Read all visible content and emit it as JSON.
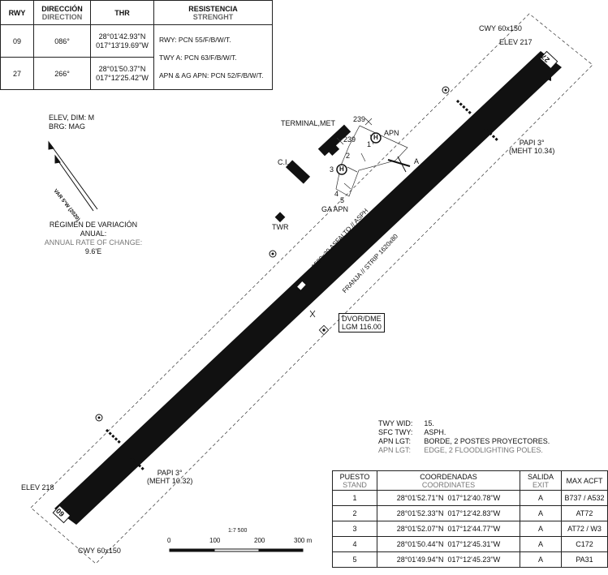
{
  "runway_table": {
    "headers": [
      {
        "es": "RWY",
        "en": ""
      },
      {
        "es": "DIRECCIÓN",
        "en": "DIRECTION"
      },
      {
        "es": "THR",
        "en": ""
      },
      {
        "es": "RESISTENCIA",
        "en": "STRENGHT"
      }
    ],
    "rows": [
      {
        "rwy": "09",
        "dir": "086°",
        "thr_lat": "28°01'42.93''N",
        "thr_lon": "017°13'19.69''W"
      },
      {
        "rwy": "27",
        "dir": "266°",
        "thr_lat": "28°01'50.37''N",
        "thr_lon": "017°12'25.42''W"
      }
    ],
    "strength": [
      "RWY:    PCN 55/F/B/W/T.",
      "TWY A: PCN 63/F/B/W/T.",
      "APN & AG APN: PCN 52/F/B/W/T."
    ]
  },
  "notes": {
    "elev_dim": "ELEV, DIM: M",
    "brg": "BRG: MAG",
    "var_label": "VAR 5°W (2020)",
    "regimen_es": "RÉGIMEN DE VARIACIÓN ANUAL:",
    "regimen_en": "ANNUAL RATE OF CHANGE:",
    "regimen_val": "9.6'E"
  },
  "map_labels": {
    "cwy_top": "CWY 60x150",
    "elev_217": "ELEV 217",
    "elev_218": "ELEV 218",
    "cwy_bottom": "CWY 60x150",
    "papi_top_1": "PAPI 3°",
    "papi_top_2": "(MEHT 10.34)",
    "papi_bot_1": "PAPI 3°",
    "papi_bot_2": "(MEHT 10.32)",
    "terminal": "TERMINAL,MET",
    "ci": "C.I.",
    "twr": "TWR",
    "apn": "APN",
    "ga_apn": "GA APN",
    "n239a": "239",
    "n239b": "239",
    "twy_a": "A",
    "stand1": "1",
    "stand2": "2",
    "stand3": "3",
    "stand4": "4",
    "stand5": "5",
    "heli": "H",
    "runway_surface": "1500x30 ASFALTO // ASPH",
    "strip": "FRANJA // STRIP 1620x80",
    "dvor1": "DVOR/DME",
    "dvor2": "LGM 116.00",
    "rwy27": "27",
    "rwy09": "09"
  },
  "twy_info": {
    "rows": [
      {
        "k": "TWY WID:",
        "v": "15."
      },
      {
        "k": "SFC TWY:",
        "v": "ASPH."
      },
      {
        "k": "APN LGT:",
        "v": "BORDE, 2 POSTES PROYECTORES."
      },
      {
        "k": "APN LGT:",
        "v": "EDGE, 2 FLOODLIGHTING POLES."
      }
    ]
  },
  "scale": {
    "ratio": "1:7 500",
    "ticks": [
      "0",
      "100",
      "200",
      "300 m"
    ]
  },
  "stand_table": {
    "headers": [
      {
        "es": "PUESTO",
        "en": "STAND"
      },
      {
        "es": "COORDENADAS",
        "en": "COORDINATES"
      },
      {
        "es": "SALIDA",
        "en": "EXIT"
      },
      {
        "es": "MAX ACFT",
        "en": ""
      }
    ],
    "rows": [
      {
        "stand": "1",
        "lat": "28°01'52.71''N",
        "lon": "017°12'40.78''W",
        "exit": "A",
        "acft": "B737 / A532"
      },
      {
        "stand": "2",
        "lat": "28°01'52.33''N",
        "lon": "017°12'42.83''W",
        "exit": "A",
        "acft": "AT72"
      },
      {
        "stand": "3",
        "lat": "28°01'52.07''N",
        "lon": "017°12'44.77''W",
        "exit": "A",
        "acft": "AT72 / W3"
      },
      {
        "stand": "4",
        "lat": "28°01'50.44''N",
        "lon": "017°12'45.31''W",
        "exit": "A",
        "acft": "C172"
      },
      {
        "stand": "5",
        "lat": "28°01'49.94''N",
        "lon": "017°12'45.23''W",
        "exit": "A",
        "acft": "PA31"
      }
    ]
  }
}
